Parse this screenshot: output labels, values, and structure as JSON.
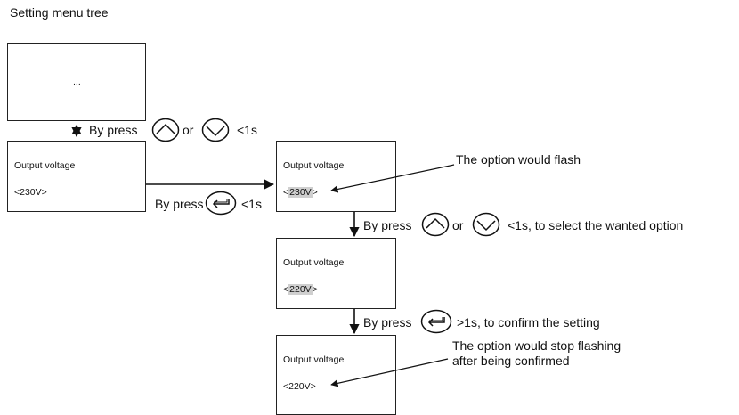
{
  "title": "Setting menu tree",
  "box_top": {
    "text": "..."
  },
  "box_output_left": {
    "label": "Output voltage",
    "value": "<230V>"
  },
  "box_flash": {
    "label": "Output voltage",
    "value_pre": "<",
    "value_highlight": "230V",
    "value_post": ">"
  },
  "box_220_mid": {
    "label": "Output voltage",
    "value_pre": "<",
    "value_highlight": "220V",
    "value_post": ">"
  },
  "box_220_bottom": {
    "label": "Output voltage",
    "value": "<220V>"
  },
  "steps": {
    "nav": {
      "prefix": "By press",
      "or": "or",
      "suffix": "<1s"
    },
    "enter": {
      "prefix": "By press",
      "suffix": "<1s"
    },
    "select": {
      "prefix": "By press",
      "or": "or",
      "suffix": "<1s, to select the wanted option"
    },
    "confirm": {
      "prefix": "By press",
      "suffix": ">1s, to confirm the setting"
    }
  },
  "notes": {
    "flash": "The option would flash",
    "stop_line1": "The option would stop flashing",
    "stop_line2": "after being confirmed"
  },
  "icons": [
    "up-button-icon",
    "down-button-icon",
    "enter-button-icon"
  ]
}
